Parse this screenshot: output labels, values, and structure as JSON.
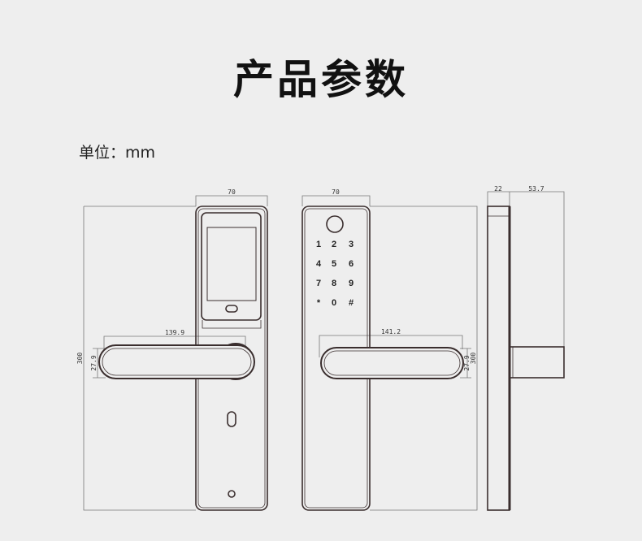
{
  "title": "产品参数",
  "unit_label": "单位：mm",
  "front_view": {
    "width": "70",
    "height": "300",
    "lever_length": "139.9",
    "lever_height": "27.9"
  },
  "back_view": {
    "width": "70",
    "height": "300",
    "lever_length": "141.2",
    "lever_height": "27.9",
    "keypad": [
      "1",
      "2",
      "3",
      "4",
      "5",
      "6",
      "7",
      "8",
      "9",
      "*",
      "0",
      "#"
    ]
  },
  "side_view": {
    "thickness": "22",
    "handle_depth": "53.7"
  },
  "colors": {
    "background": "#eeeeee",
    "outline": "#3a2e2e",
    "dimension": "#666666"
  }
}
